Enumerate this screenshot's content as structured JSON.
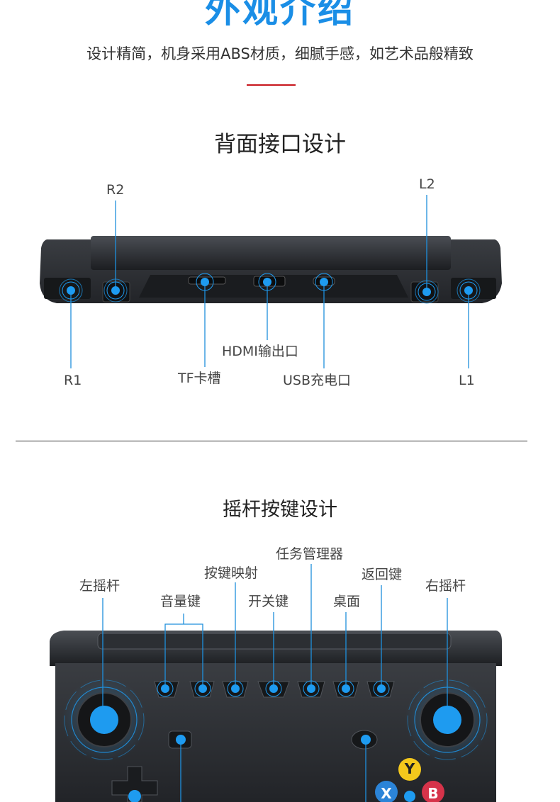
{
  "header": {
    "title": "外观介绍",
    "subtitle": "设计精简，机身采用ABS材质，细腻手感，如艺术品般精致"
  },
  "back_section": {
    "title": "背面接口设计",
    "labels": {
      "r2": "R2",
      "l2": "L2",
      "r1": "R1",
      "tf": "TF卡槽",
      "hdmi": "HDMI输出口",
      "usb": "USB充电口",
      "l1": "L1"
    }
  },
  "front_section": {
    "title": "摇杆按键设计",
    "labels": {
      "left_stick": "左摇杆",
      "volume": "音量键",
      "keymap": "按键映射",
      "power": "开关键",
      "task_manager": "任务管理器",
      "desktop": "桌面",
      "back": "返回键",
      "right_stick": "右摇杆"
    },
    "face_buttons": {
      "y": "Y",
      "x": "X",
      "b": "B"
    }
  },
  "colors": {
    "accent": "#1a8ee6",
    "dot": "#1e9bf0",
    "leader": "#1e8fdc",
    "red": "#c8161d",
    "device": "#2a2d31"
  }
}
